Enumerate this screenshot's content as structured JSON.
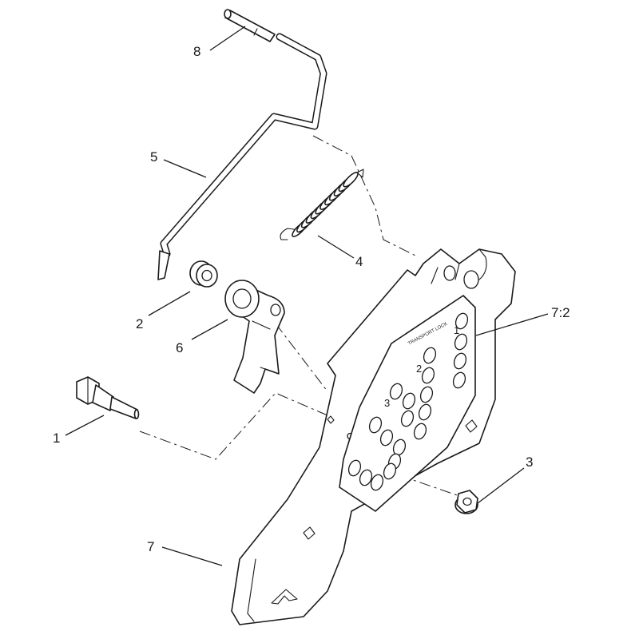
{
  "callouts": [
    {
      "id": "c1",
      "label": "1"
    },
    {
      "id": "c2",
      "label": "2"
    },
    {
      "id": "c3",
      "label": "3"
    },
    {
      "id": "c4",
      "label": "4"
    },
    {
      "id": "c5",
      "label": "5"
    },
    {
      "id": "c6",
      "label": "6"
    },
    {
      "id": "c7",
      "label": "7"
    },
    {
      "id": "c7_2",
      "label": "7:2"
    },
    {
      "id": "c8",
      "label": "8"
    }
  ],
  "decal": {
    "transport_label": "TRANSPORT LOCK",
    "column_numbers": [
      "1",
      "2",
      "3"
    ]
  },
  "colors": {
    "line": "#1a1a1a",
    "background": "#ffffff"
  }
}
